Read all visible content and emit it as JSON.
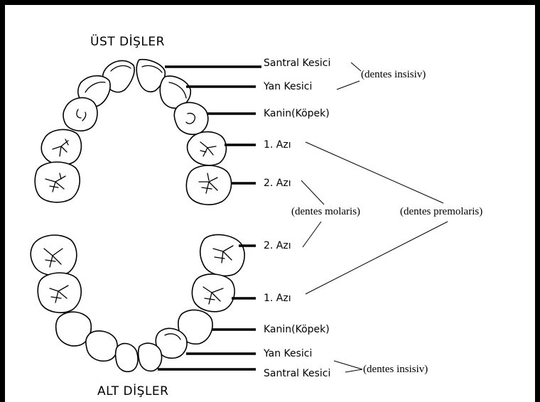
{
  "headings": {
    "upper": "ÜST DİŞLER",
    "lower": "ALT DİŞLER"
  },
  "upper_labels": {
    "central": "Santral Kesici",
    "lateral": "Yan Kesici",
    "canine": "Kanin(Köpek)",
    "premolar1": "1. Azı",
    "premolar2": "2. Azı"
  },
  "lower_labels": {
    "premolar2": "2. Azı",
    "premolar1": "1. Azı",
    "canine": "Kanin(Köpek)",
    "lateral": "Yan Kesici",
    "central": "Santral Kesici"
  },
  "latin_terms": {
    "upper_incisors": "(dentes insisiv)",
    "molaris": "(dentes molaris)",
    "premolaris": "(dentes premolaris)",
    "lower_incisors": "(dentes insisiv)"
  }
}
